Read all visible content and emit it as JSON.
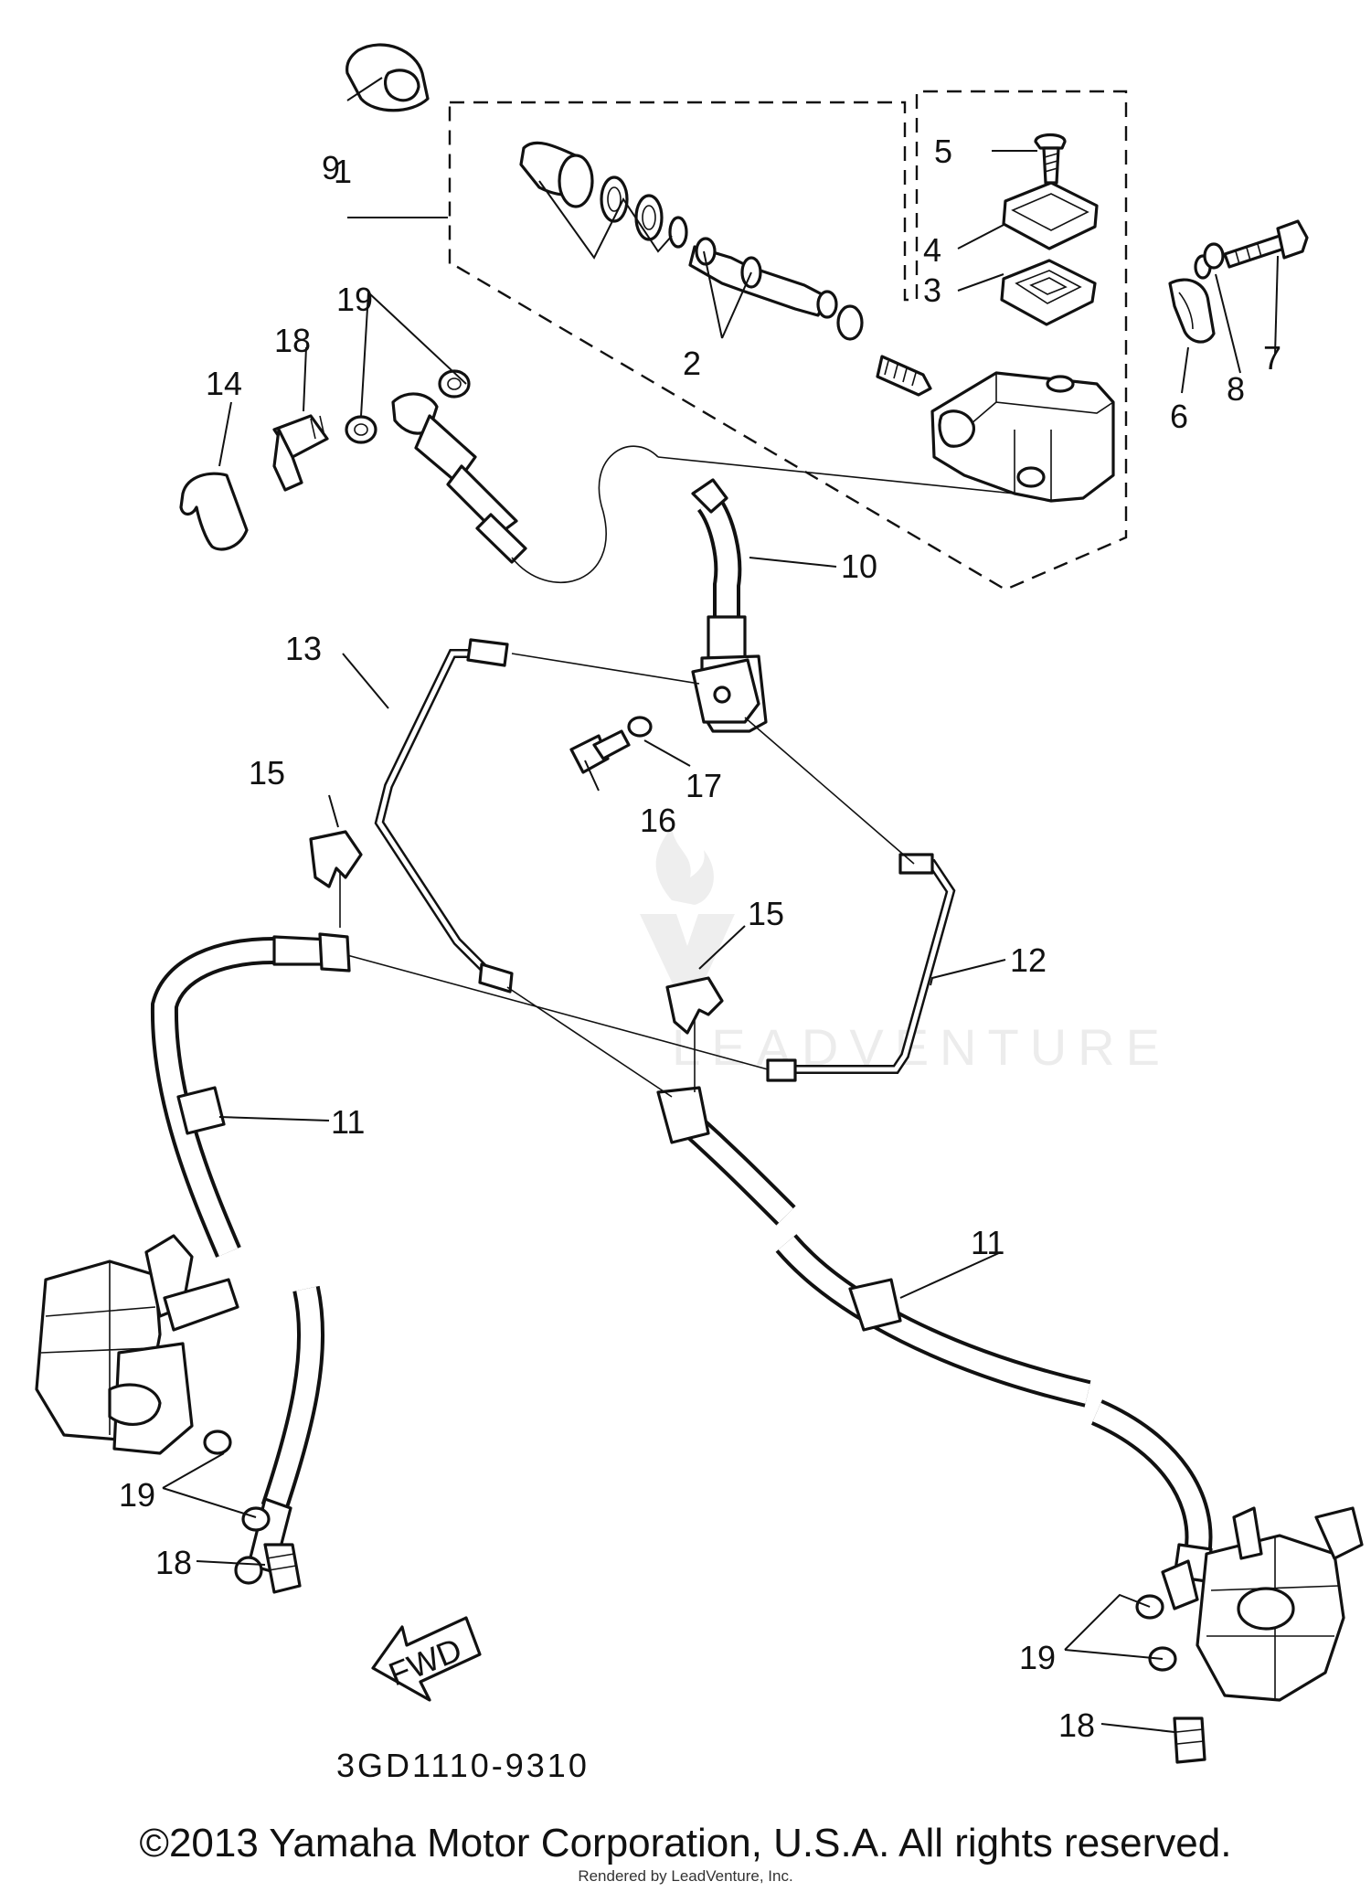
{
  "diagram": {
    "callouts": {
      "p1": "1",
      "p2": "2",
      "p3": "3",
      "p4": "4",
      "p5": "5",
      "p6": "6",
      "p7": "7",
      "p8": "8",
      "p9": "9",
      "p10": "10",
      "p11a": "11",
      "p11b": "11",
      "p12": "12",
      "p13": "13",
      "p14": "14",
      "p15a": "15",
      "p15b": "15",
      "p16": "16",
      "p17": "17",
      "p18a": "18",
      "p18b": "18",
      "p18c": "18",
      "p19a": "19",
      "p19b": "19",
      "p19c": "19"
    },
    "fwd_label": "FWD",
    "diagram_code": "3GD1110-9310",
    "watermark": "LEADVENTURE"
  },
  "footer": {
    "copyright": "©2013 Yamaha Motor Corporation, U.S.A. All rights reserved.",
    "rendered_by": "Rendered by LeadVenture, Inc."
  }
}
